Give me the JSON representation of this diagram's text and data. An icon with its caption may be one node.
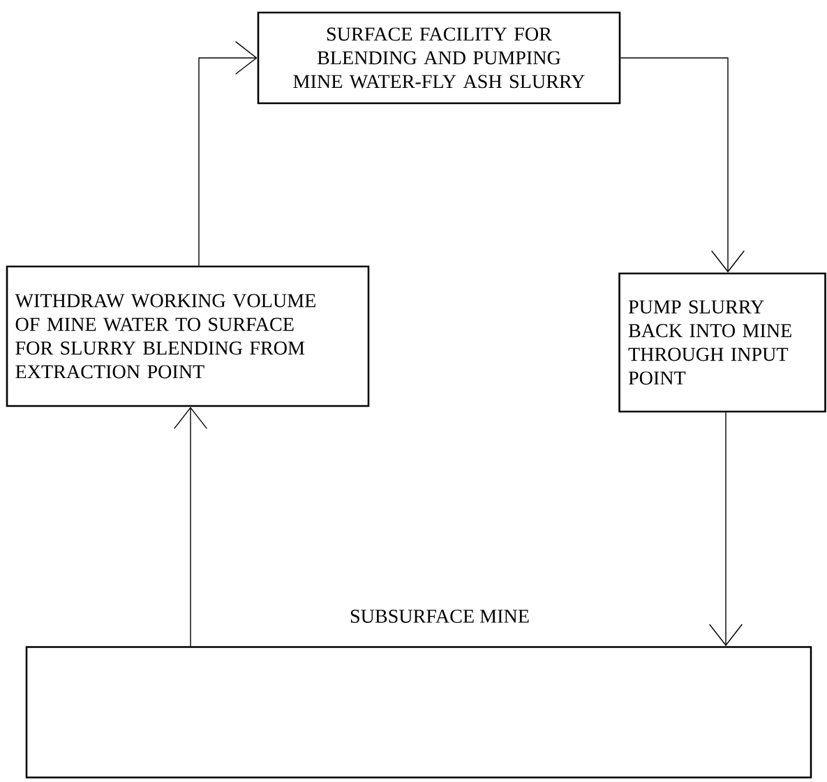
{
  "diagram": {
    "nodes": [
      {
        "text": [
          "SURFACE FACILITY FOR BLENDING AND PUMPING MINE WATER-FLY ASH SLURRY"
        ]
      },
      {
        "text": [
          "WITHDRAW WORKING VOLUME OF MINE WATER TO SURFACE FOR SLURRY BLENDING FROM EXTRACTION POINT"
        ]
      },
      {
        "text": [
          "PUMP SLURRY BACK INTO MINE THROUGH INPUT POINT"
        ]
      },
      {
        "text": [
          "SUBSURFACE MINE"
        ]
      }
    ],
    "edges": [
      {
        "from": 3,
        "to": 1,
        "arrow": "to"
      },
      {
        "from": 1,
        "to": 0,
        "arrow": "to"
      },
      {
        "from": 0,
        "to": 2,
        "arrow": "to"
      },
      {
        "from": 2,
        "to": 3,
        "arrow": "to"
      }
    ]
  }
}
